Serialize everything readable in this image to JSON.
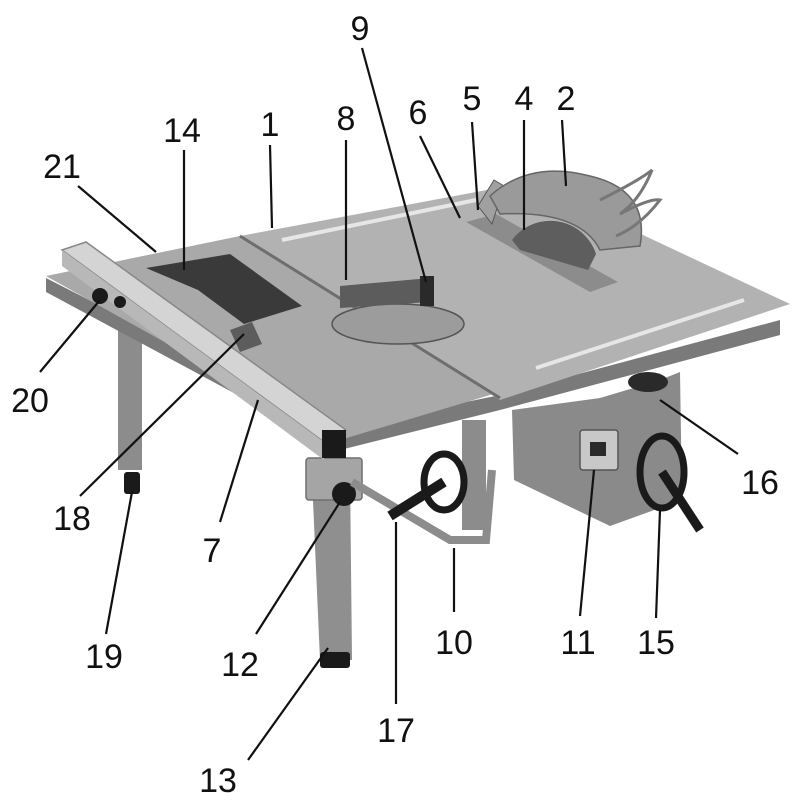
{
  "colors": {
    "body": "#9a9a9a",
    "body_light": "#b4b4b4",
    "body_dark": "#6e6e6e",
    "rail": "#d2d2d2",
    "black": "#1a1a1a",
    "line": "#111111"
  },
  "callouts": [
    {
      "id": "c1",
      "label": "1"
    },
    {
      "id": "c2",
      "label": "2"
    },
    {
      "id": "c4",
      "label": "4"
    },
    {
      "id": "c5",
      "label": "5"
    },
    {
      "id": "c6",
      "label": "6"
    },
    {
      "id": "c7",
      "label": "7"
    },
    {
      "id": "c8",
      "label": "8"
    },
    {
      "id": "c9",
      "label": "9"
    },
    {
      "id": "c10",
      "label": "10"
    },
    {
      "id": "c11",
      "label": "11"
    },
    {
      "id": "c12",
      "label": "12"
    },
    {
      "id": "c13",
      "label": "13"
    },
    {
      "id": "c14",
      "label": "14"
    },
    {
      "id": "c15",
      "label": "15"
    },
    {
      "id": "c16",
      "label": "16"
    },
    {
      "id": "c17",
      "label": "17"
    },
    {
      "id": "c18",
      "label": "18"
    },
    {
      "id": "c19",
      "label": "19"
    },
    {
      "id": "c20",
      "label": "20"
    },
    {
      "id": "c21",
      "label": "21"
    }
  ]
}
